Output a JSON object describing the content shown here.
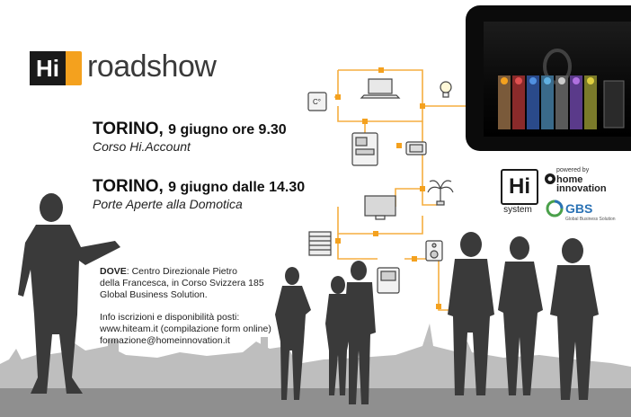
{
  "logo": {
    "mark": "Hi",
    "word": "roadshow"
  },
  "events": [
    {
      "city": "TORINO,",
      "when": "9 giugno ore 9.30",
      "subtitle": "Corso Hi.Account"
    },
    {
      "city": "TORINO,",
      "when": "9 giugno dalle 14.30",
      "subtitle": "Porte Aperte alla Domotica"
    }
  ],
  "info": {
    "where_label": "DOVE",
    "where_text": ": Centro Direzionale Pietro",
    "address_line2": "della Francesca, in Corso Svizzera 185",
    "address_line3": "Global Business Solution.",
    "reg_title": "Info iscrizioni e disponibilità posti:",
    "website": "www.hiteam.it (compilazione form online)",
    "email": "formazione@homeinnovation.it"
  },
  "brands": {
    "hi_system_mark": "Hi",
    "hi_system_label": "system",
    "powered_by": "powered by",
    "home_innovation": "home innovation",
    "gbs": "GBS",
    "gbs_sub": "Global Business Solution"
  },
  "icons": [
    "thermostat-icon",
    "laptop-icon",
    "lightbulb-icon",
    "intercom-icon",
    "switch-icon",
    "tv-icon",
    "sprinkler-icon",
    "radiator-icon",
    "speaker-icon",
    "video-entry-icon"
  ],
  "colors": {
    "accent": "#f4a11e",
    "dark": "#1a1a1a",
    "silhouette": "#3a3a3a",
    "skyline": "#9a9a9a",
    "gbs_blue": "#2a72b5"
  }
}
